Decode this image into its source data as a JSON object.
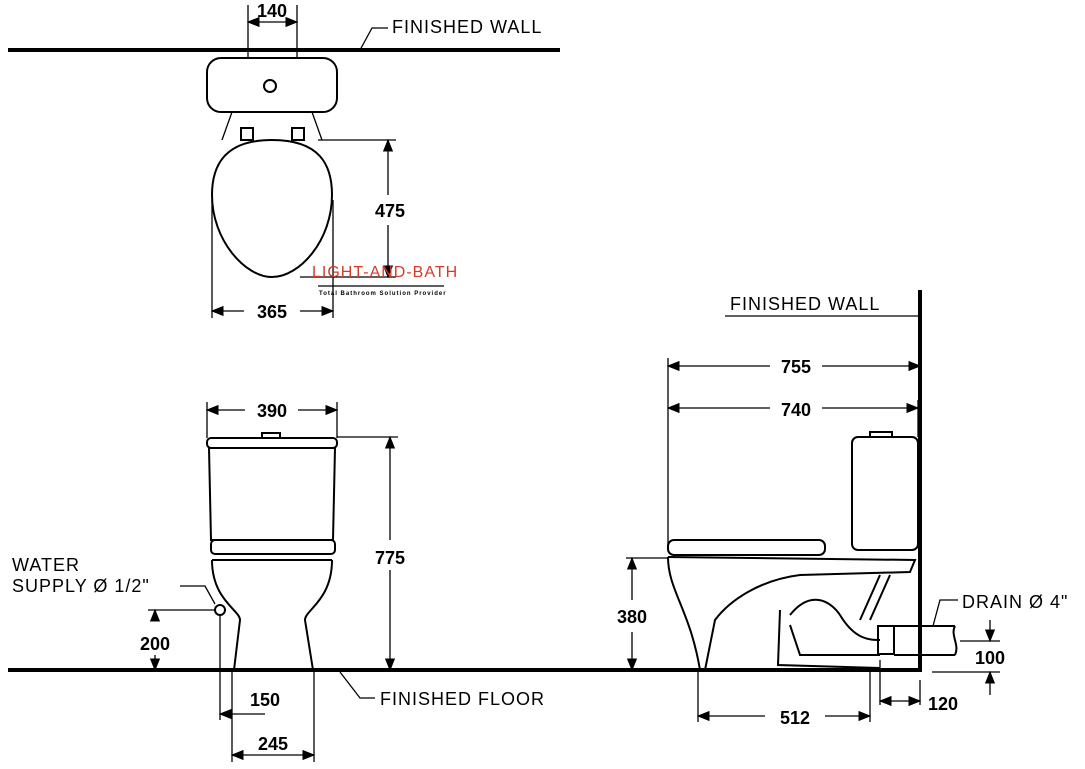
{
  "labels": {
    "finished_wall_top": "FINISHED  WALL",
    "finished_wall_side": "FINISHED  WALL",
    "finished_floor": "FINISHED  FLOOR",
    "water_supply_1": "WATER",
    "water_supply_2": "SUPPLY Ø 1/2\"",
    "drain": "DRAIN Ø 4\""
  },
  "dimensions": {
    "top_inlet": "140",
    "top_depth": "475",
    "top_width": "365",
    "front_tank_width": "390",
    "front_height": "775",
    "supply_height": "200",
    "supply_offset": "150",
    "base_width": "245",
    "side_overall": "755",
    "side_tank_depth": "740",
    "seat_height": "380",
    "base_depth": "512",
    "drain_offset": "120",
    "drain_height": "100"
  },
  "logo": {
    "name": "LIGHT-AND-BATH",
    "tagline": "Total Bathroom Solution Provider"
  }
}
